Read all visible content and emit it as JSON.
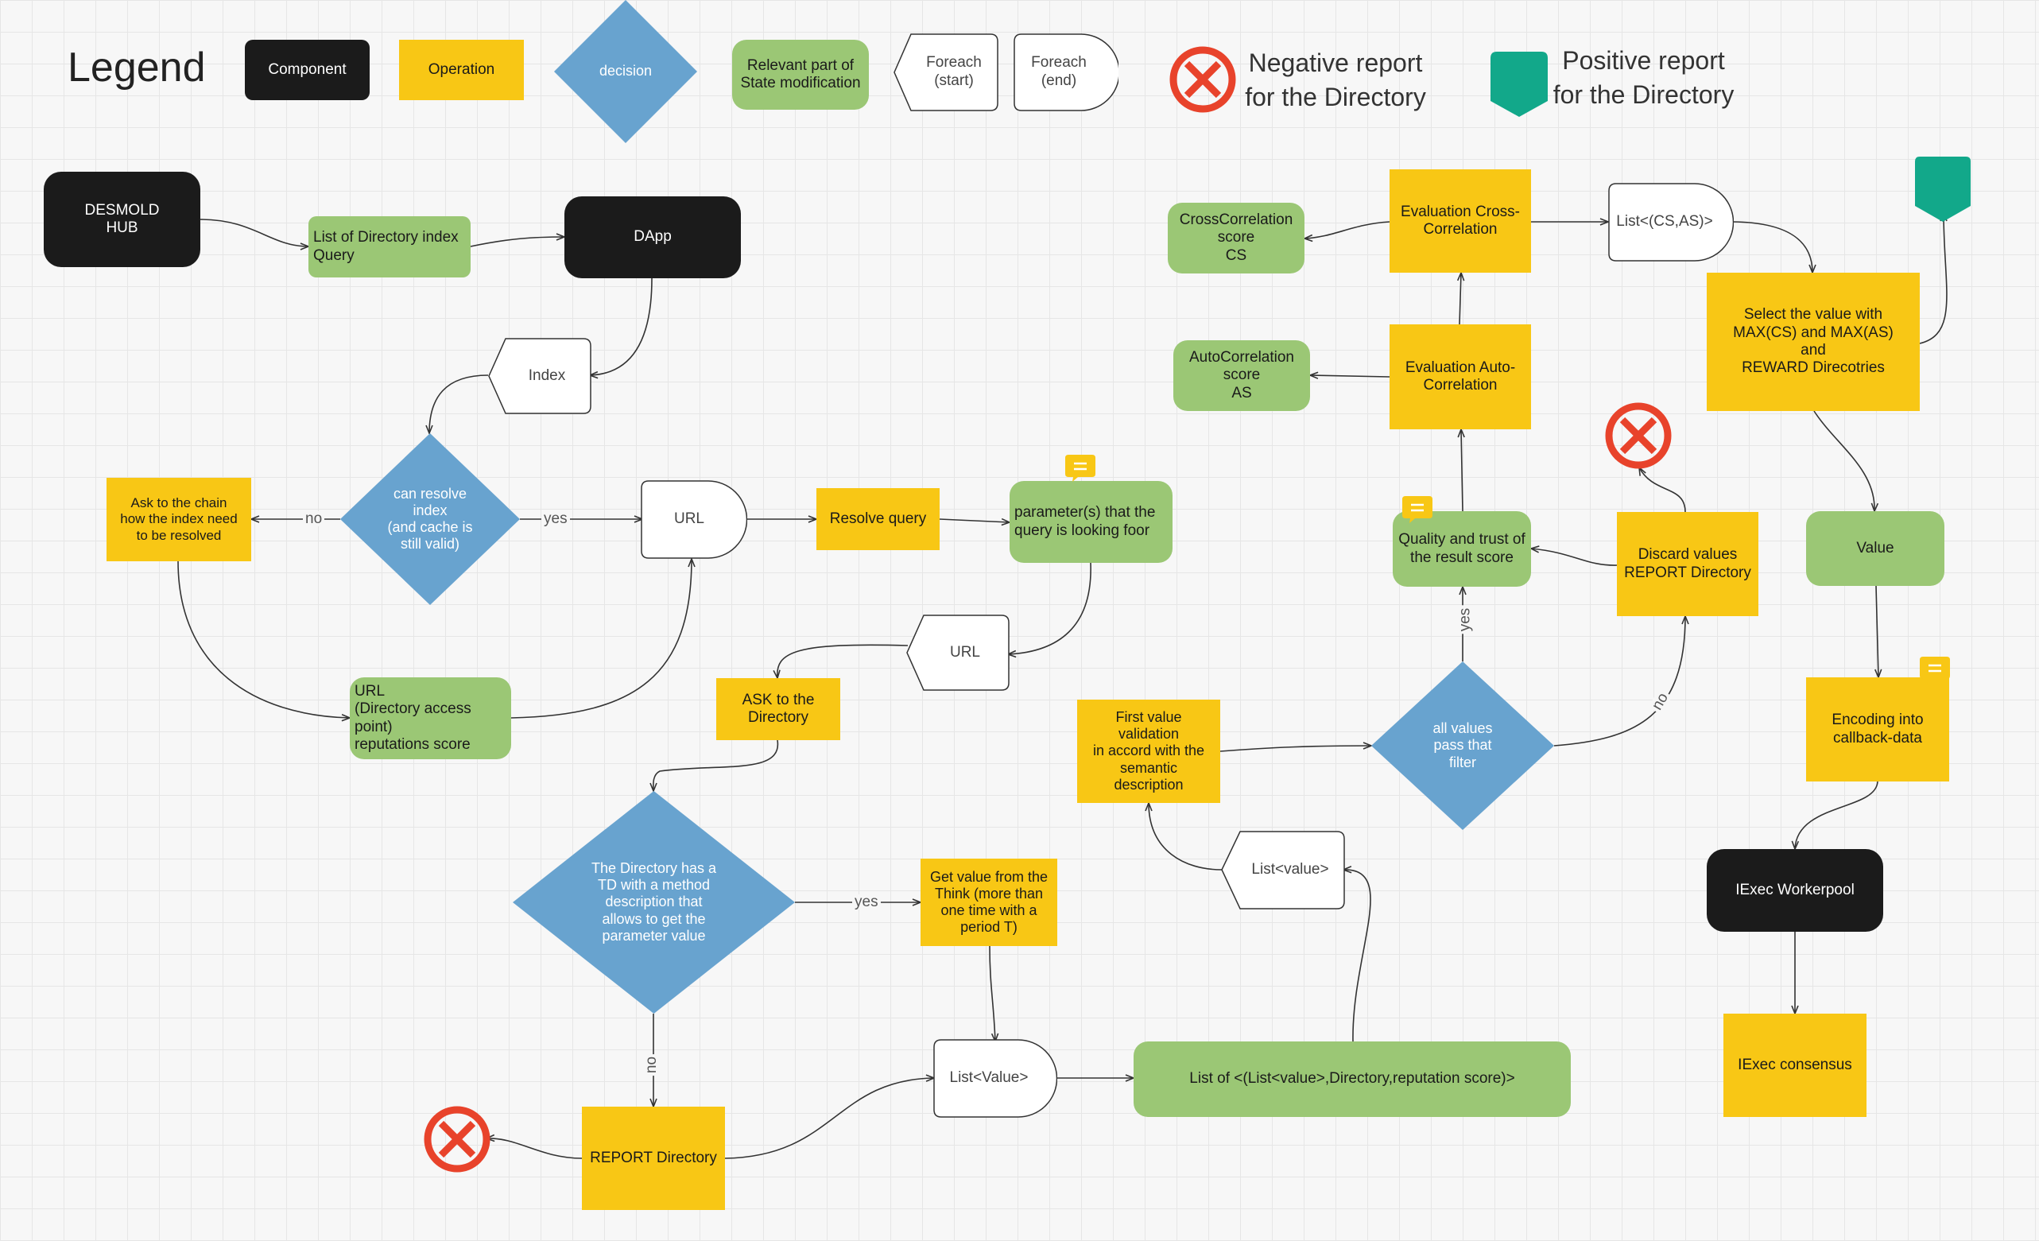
{
  "legend": {
    "title": "Legend",
    "component": "Component",
    "operation": "Operation",
    "decision": "decision",
    "state": "Relevant part of\nState modification",
    "foreach_start": "Foreach\n(start)",
    "foreach_end": "Foreach\n(end)",
    "negative": "Negative report\nfor the Directory",
    "positive": "Positive report\nfor the Directory"
  },
  "nodes": {
    "desmold_hub": "DESMOLD\nHUB",
    "dir_index_query": "List of Directory index\nQuery",
    "dapp": "DApp",
    "index": "Index",
    "can_resolve": "can resolve\nindex\n(and cache is\nstill valid)",
    "ask_chain": "Ask to the chain\nhow the index need\nto be resolved",
    "url1": "URL",
    "resolve_query": "Resolve query",
    "params": "parameter(s) that the\nquery is looking foor",
    "url_reputation": "URL\n(Directory access point)\nreputations score",
    "url2": "URL",
    "ask_directory": "ASK to the\nDirectory",
    "td_decision": "The Directory has a\nTD with a method\ndescription that\nallows to get the\nparameter value",
    "get_value": "Get value from the\nThink (more than\none time with a\nperiod T)",
    "report_directory": "REPORT Directory",
    "list_value_end": "List<Value>",
    "list_of_lists": "List of <(List<value>,Directory,reputation score)>",
    "list_value_start": "List<value>",
    "first_validation": "First value\nvalidation\nin accord with the\nsemantic\ndescription",
    "all_values": "all values\npass that\nfilter",
    "quality_trust": "Quality and trust of\nthe result score",
    "discard_values": "Discard values\nREPORT Directory",
    "eval_auto": "Evaluation Auto-\nCorrelation",
    "auto_score": "AutoCorrelation\nscore\nAS",
    "eval_cross": "Evaluation Cross-\nCorrelation",
    "cross_score": "CrossCorrelation\nscore\nCS",
    "list_cs_as": "List<(CS,AS)>",
    "select_value": "Select the value with\nMAX(CS) and MAX(AS)\nand\nREWARD Direcotries",
    "value": "Value",
    "encoding": "Encoding into\ncallback-data",
    "iexec_workerpool": "IExec Workerpool",
    "iexec_consensus": "IExec consensus"
  },
  "edge_labels": {
    "no_ask_chain": "no",
    "yes_url": "yes",
    "yes_get_value": "yes",
    "no_report": "no",
    "yes_quality": "yes",
    "no_discard": "no"
  },
  "colors": {
    "component": "#1b1b1b",
    "operation": "#f8c715",
    "decision": "#68a3cf",
    "state": "#9bc775",
    "negative": "#e8432b",
    "positive": "#12a88a"
  },
  "icons": [
    "negative-report-icon",
    "positive-report-icon",
    "comment-icon"
  ]
}
